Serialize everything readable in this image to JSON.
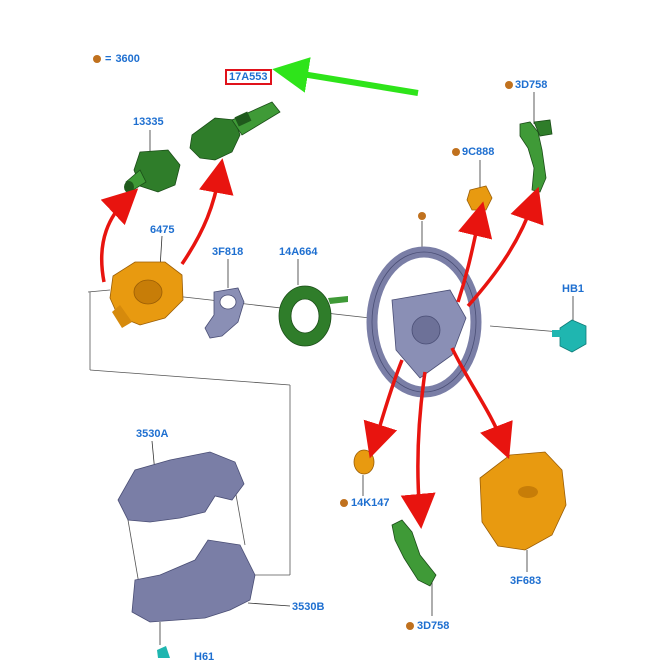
{
  "legend": {
    "symbol": "=",
    "value": "3600"
  },
  "parts": {
    "p17A553": "17A553",
    "p13335": "13335",
    "p6475": "6475",
    "p3F818": "3F818",
    "p14A664": "14A664",
    "p3D758_top": "3D758",
    "p9C888": "9C888",
    "pHB1": "HB1",
    "p3530A": "3530A",
    "p3530B": "3530B",
    "p14K147": "14K147",
    "p3F683": "3F683",
    "p3D758_bottom": "3D758",
    "pH61": "H61"
  },
  "colors": {
    "label": "#1e6fd0",
    "dot": "#c0711e",
    "highlight_box": "#e0121b",
    "pointer_arrow": "#2ee41a",
    "red_arrow": "#e8140f",
    "green_part": "#2f7d2a",
    "orange_part": "#e89a10",
    "grey_part": "#7a7ea6",
    "teal_part": "#1fb6b0"
  }
}
